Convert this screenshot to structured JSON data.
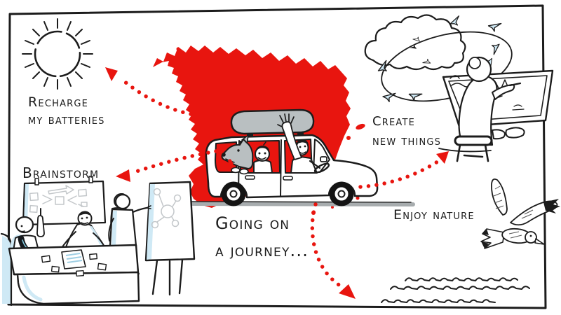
{
  "labels": {
    "recharge": {
      "line1": "Recharge",
      "line2": "my batteries"
    },
    "brainstorm": "Brainstorm",
    "journey": {
      "line1": "Going on",
      "line2": "a journey..."
    },
    "create": {
      "line1": "Create",
      "line2": "new things"
    },
    "enjoy_nature": "Enjoy nature"
  },
  "colors": {
    "map_red": "#e8150f",
    "ink_black": "#1c1c1c",
    "accent_light_blue": "#cfe9f5",
    "roofbox_gray": "#b9bfc1"
  },
  "illustrations": {
    "sun_icon": "sun",
    "spain_map": "red-map-of-spain",
    "family_car": "car-with-roofbox-dog-child-waving-man",
    "arrow_to_sun": "red-dotted-arrow",
    "arrow_to_brainstorm": "red-dotted-arrow",
    "arrow_to_create": "red-dotted-arrow",
    "arrow_to_nature": "red-dotted-arrow",
    "brainstorm_scene": "people-at-table-with-whiteboard",
    "flipchart_scene": "presenter-at-flipchart-mind-map",
    "idea_cloud": "cloud-with-paper-planes",
    "artist_scene": "person-drawing-on-board",
    "seagull_icon": "flying-seagull",
    "waves_icon": "sea-waves"
  }
}
